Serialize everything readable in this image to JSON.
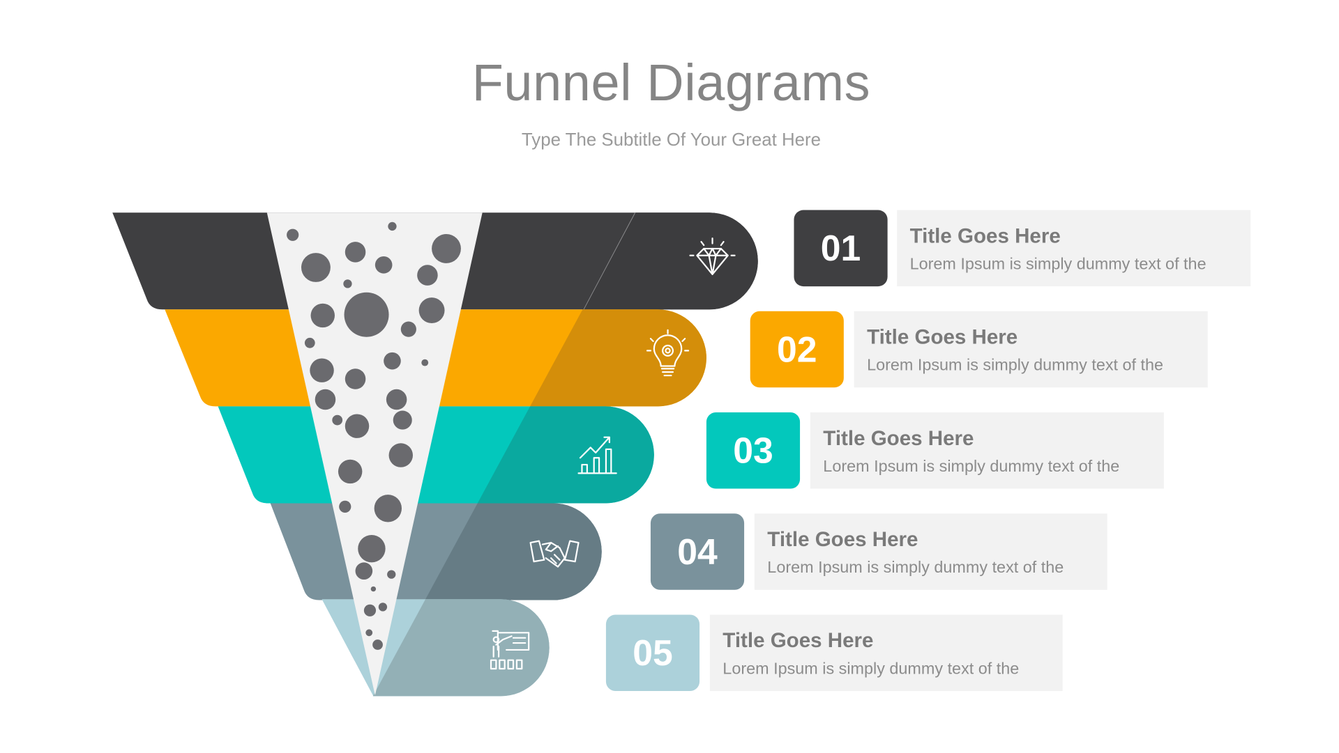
{
  "header": {
    "title": "Funnel Diagrams",
    "subtitle": "Type The Subtitle Of Your Great Here"
  },
  "items": [
    {
      "number": "01",
      "title": "Title Goes Here",
      "text": "Lorem Ipsum is simply dummy text of the",
      "icon": "diamond-icon",
      "color": "#3f3f41",
      "shade": "#3c3c3e"
    },
    {
      "number": "02",
      "title": "Title Goes Here",
      "text": "Lorem Ipsum is simply dummy text of the",
      "icon": "lightbulb-gear-icon",
      "color": "#fba800",
      "shade": "#d48e0a"
    },
    {
      "number": "03",
      "title": "Title Goes Here",
      "text": "Lorem Ipsum is simply dummy text of the",
      "icon": "growth-chart-icon",
      "color": "#03c8bc",
      "shade": "#0aa99f"
    },
    {
      "number": "04",
      "title": "Title Goes Here",
      "text": "Lorem Ipsum is simply dummy text of the",
      "icon": "handshake-icon",
      "color": "#7a929c",
      "shade": "#667c85"
    },
    {
      "number": "05",
      "title": "Title Goes Here",
      "text": "Lorem Ipsum is simply dummy text of the",
      "icon": "presentation-icon",
      "color": "#acd1da",
      "shade": "#93b0b6"
    }
  ],
  "colors": {
    "funnel_core": "#f2f2f2",
    "dots": "#6a6a6e",
    "card_bg": "#f2f2f2"
  }
}
